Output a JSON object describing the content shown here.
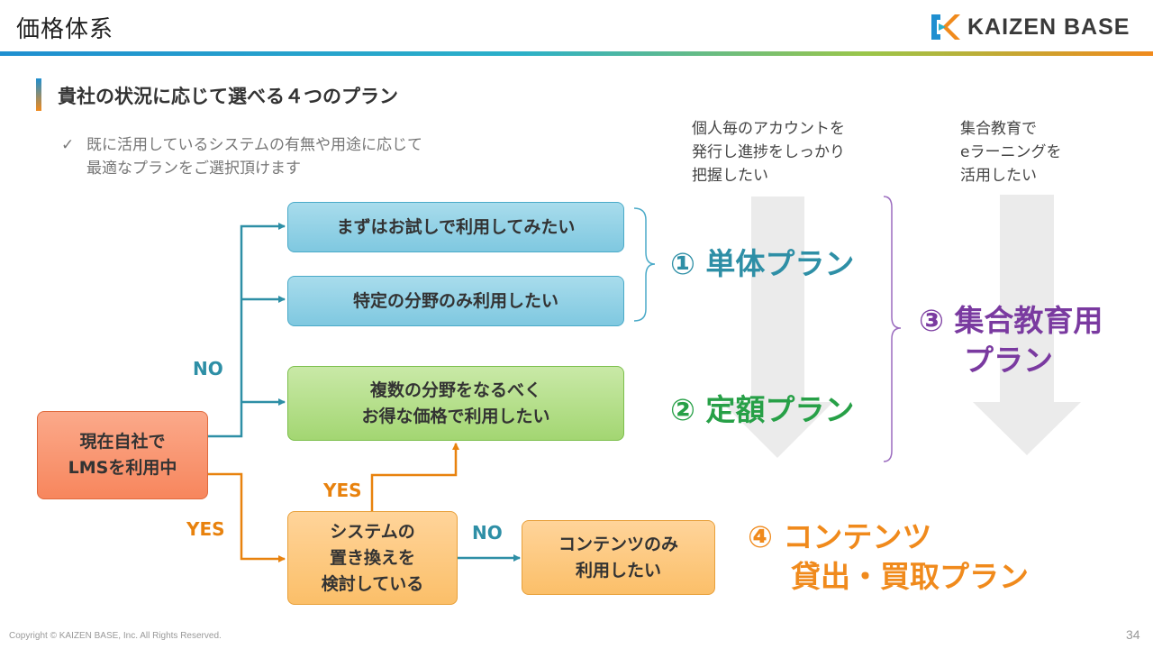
{
  "header": {
    "title": "価格体系",
    "logo_text": "KAIZEN BASE"
  },
  "section": {
    "title": "貴社の状況に応じて選べる４つのプラン",
    "note_check": "✓",
    "note_lines": [
      "既に活用しているシステムの有無や用途に応じて",
      "最適なプランをご選択頂けます"
    ]
  },
  "top_notes": {
    "individual": [
      "個人毎のアカウントを",
      "発行し進捗をしっかり",
      "把握したい"
    ],
    "group": [
      "集合教育で",
      "eラーニングを",
      "活用したい"
    ]
  },
  "flow": {
    "start": [
      "現在自社で",
      "LMSを利用中"
    ],
    "trial": "まずはお試しで利用してみたい",
    "specific": "特定の分野のみ利用したい",
    "multi": [
      "複数の分野をなるべく",
      "お得な価格で利用したい"
    ],
    "replace": [
      "システムの",
      "置き換えを",
      "検討している"
    ],
    "contents": [
      "コンテンツのみ",
      "利用したい"
    ],
    "label_no_top": "NO",
    "label_yes_bottom": "YES",
    "label_yes_mid": "YES",
    "label_no_right": "NO"
  },
  "plans": {
    "p1": "① 単体プラン",
    "p2": "② 定額プラン",
    "p3": [
      "③ 集合教育用",
      "プラン"
    ],
    "p4": [
      "④ コンテンツ",
      "貸出・買取プラン"
    ]
  },
  "colors": {
    "teal": "#2e8fa6",
    "green": "#27a047",
    "purple": "#7a3aa0",
    "orange": "#f08a1c",
    "arrow_teal": "#2e8fa6",
    "arrow_orange": "#e8820e"
  },
  "footer": {
    "copyright": "Copyright ©  KAIZEN BASE, Inc.  All Rights Reserved.",
    "page_number": "34"
  }
}
